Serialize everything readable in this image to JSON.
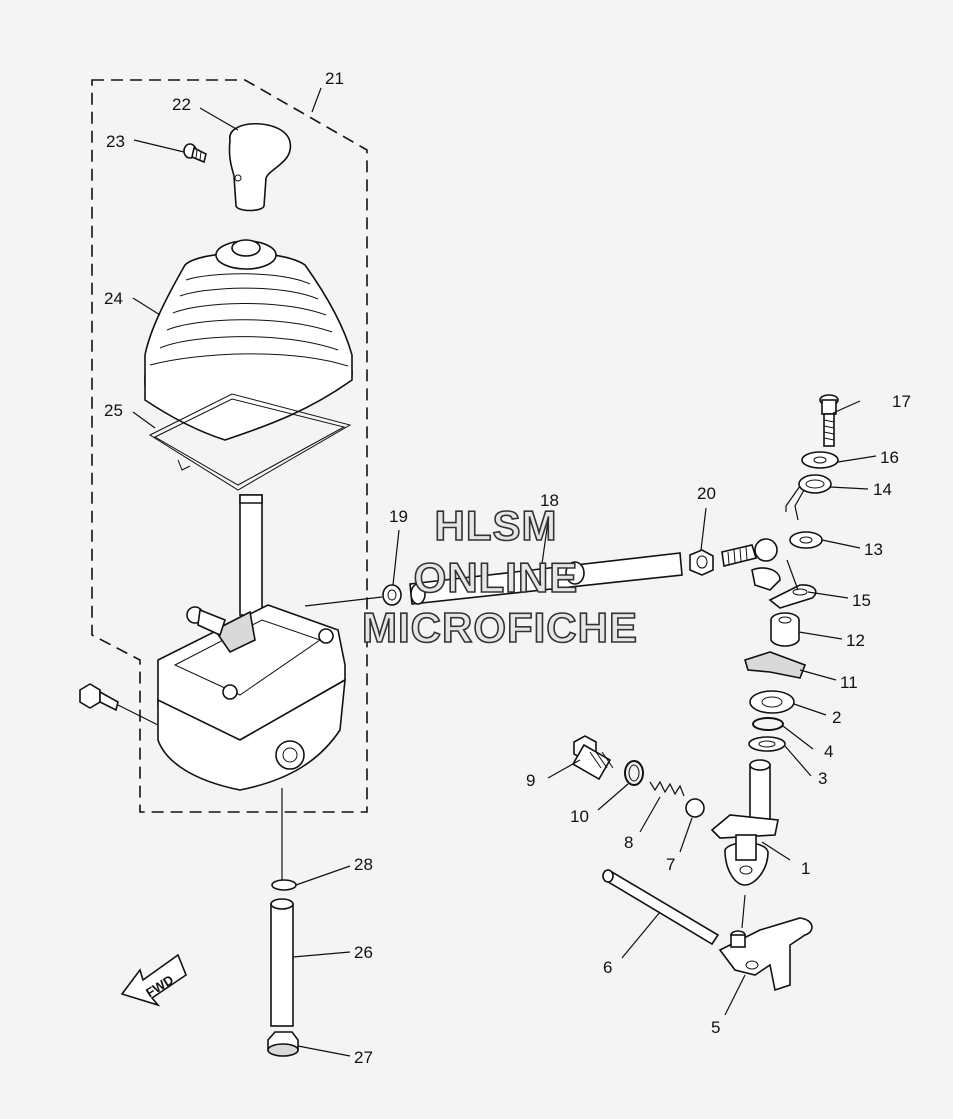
{
  "watermark": {
    "line1": "HLSM",
    "line2": "ONLINE",
    "line3": "MICROFICHE"
  },
  "direction_arrow": {
    "label": "FWD"
  },
  "callouts": [
    {
      "id": "c1",
      "number": "1"
    },
    {
      "id": "c2",
      "number": "2"
    },
    {
      "id": "c3",
      "number": "3"
    },
    {
      "id": "c4",
      "number": "4"
    },
    {
      "id": "c5",
      "number": "5"
    },
    {
      "id": "c6",
      "number": "6"
    },
    {
      "id": "c7",
      "number": "7"
    },
    {
      "id": "c8",
      "number": "8"
    },
    {
      "id": "c9",
      "number": "9"
    },
    {
      "id": "c10",
      "number": "10"
    },
    {
      "id": "c11",
      "number": "11"
    },
    {
      "id": "c12",
      "number": "12"
    },
    {
      "id": "c13",
      "number": "13"
    },
    {
      "id": "c14",
      "number": "14"
    },
    {
      "id": "c15",
      "number": "15"
    },
    {
      "id": "c16",
      "number": "16"
    },
    {
      "id": "c17",
      "number": "17"
    },
    {
      "id": "c18",
      "number": "18"
    },
    {
      "id": "c19",
      "number": "19"
    },
    {
      "id": "c20",
      "number": "20"
    },
    {
      "id": "c21",
      "number": "21"
    },
    {
      "id": "c22",
      "number": "22"
    },
    {
      "id": "c23",
      "number": "23"
    },
    {
      "id": "c24",
      "number": "24"
    },
    {
      "id": "c25",
      "number": "25"
    },
    {
      "id": "c26",
      "number": "26"
    },
    {
      "id": "c27",
      "number": "27"
    },
    {
      "id": "c28",
      "number": "28"
    }
  ]
}
